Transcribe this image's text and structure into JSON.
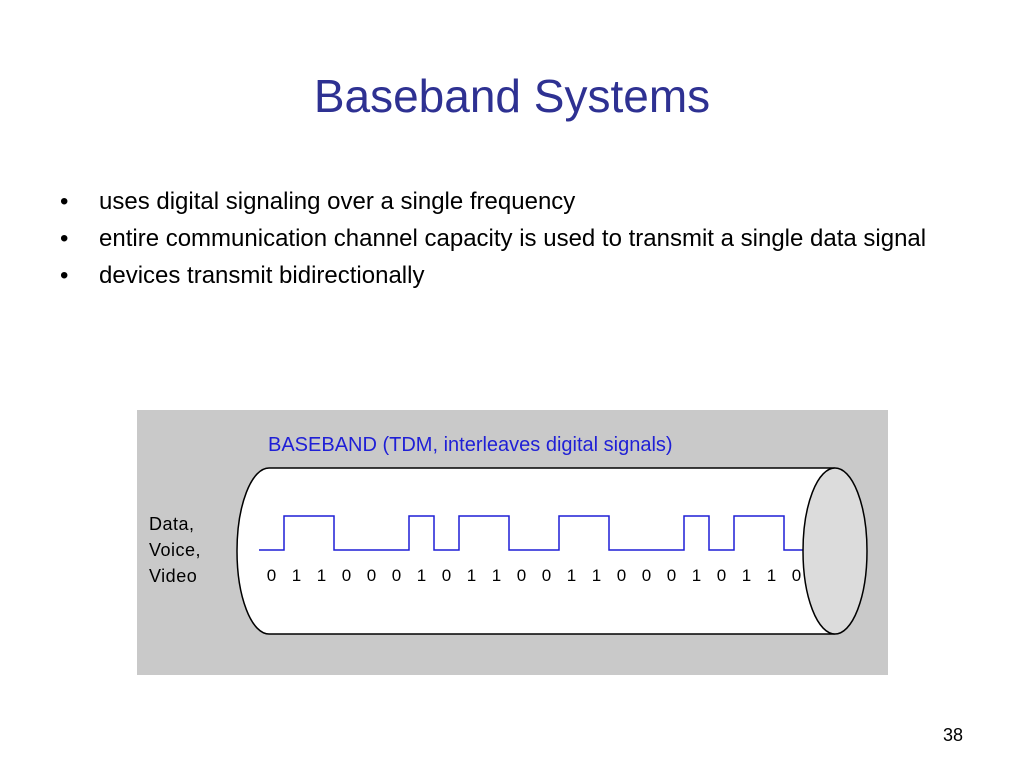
{
  "slide": {
    "title": "Baseband Systems",
    "bullets": [
      "uses digital signaling over a single frequency",
      "entire communication channel capacity is used to transmit a single data signal",
      "devices transmit bidirectionally"
    ],
    "bullet_glyph": "•",
    "page_number": "38"
  },
  "figure": {
    "title": "BASEBAND (TDM, interleaves digital signals)",
    "labels": [
      "Data,",
      "Voice,",
      "Video"
    ],
    "bits": [
      "0",
      "1",
      "1",
      "0",
      "0",
      "0",
      "1",
      "0",
      "1",
      "1",
      "0",
      "0",
      "1",
      "1",
      "0",
      "0",
      "0",
      "1",
      "0",
      "1",
      "1",
      "0"
    ],
    "colors": {
      "background": "#c9c9c9",
      "title": "#1f1fd6",
      "signal": "#1f1fd6",
      "cable_end": "#dcdcdc"
    }
  }
}
